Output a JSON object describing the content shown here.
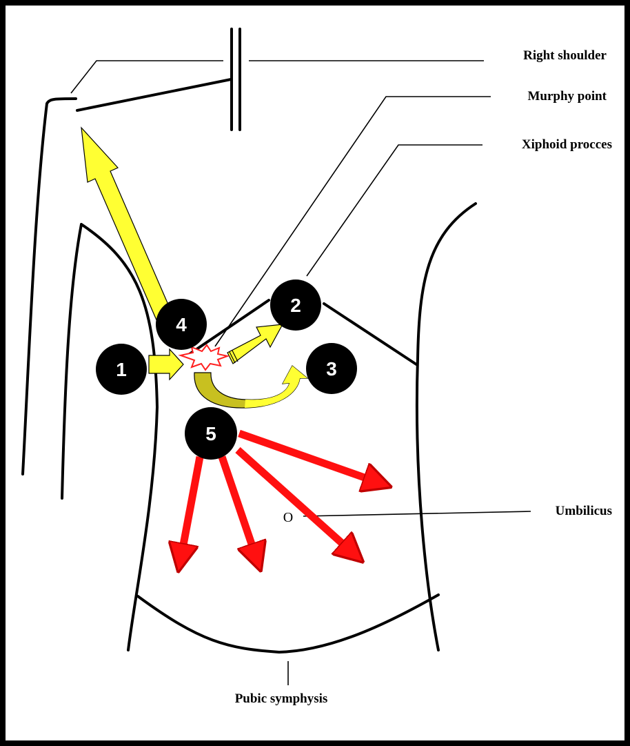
{
  "labels": {
    "right_shoulder": "Right shoulder",
    "murphy_point": "Murphy point",
    "xiphoid": "Xiphoid procces",
    "umbilicus": "Umbilicus",
    "umbilicus_marker": "O",
    "pubic_symphysis": "Pubic symphysis"
  },
  "markers": [
    "1",
    "2",
    "3",
    "4",
    "5"
  ],
  "colors": {
    "yellow_arrow": "#ffff33",
    "olive_arrow": "#c8c020",
    "red_arrow": "#ff1010",
    "pain_star": "#ff2020",
    "marker_fill": "#000000",
    "border": "#000000"
  }
}
